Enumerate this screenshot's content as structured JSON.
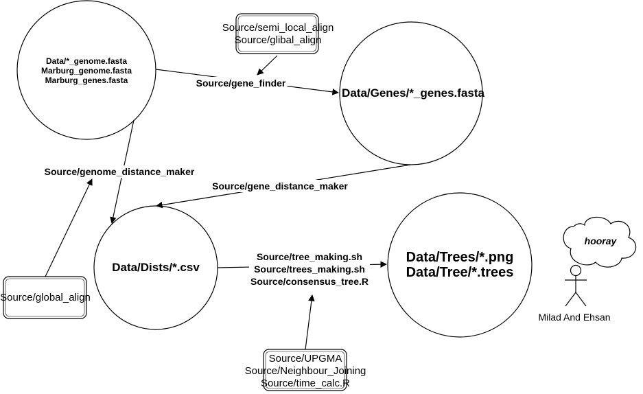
{
  "nodes": {
    "genome_circle": {
      "lines": [
        "Data/*_genome.fasta",
        "Marburg_genome.fasta",
        "Marburg_genes.fasta"
      ]
    },
    "genes_circle": {
      "text": "Data/Genes/*_genes.fasta"
    },
    "dists_circle": {
      "text": "Data/Dists/*.csv"
    },
    "trees_circle": {
      "lines": [
        "Data/Trees/*.png",
        "Data/Tree/*.trees"
      ]
    },
    "align_box_top": {
      "lines": [
        "Source/semi_local_align",
        "Source/glibal_align"
      ]
    },
    "align_box_left": {
      "text": "Source/global_align"
    },
    "upgma_box": {
      "lines": [
        "Source/UPGMA",
        "Source/Neighbour_Joining",
        "Source/time_calc.R"
      ]
    }
  },
  "edges": {
    "gene_finder": "Source/gene_finder",
    "genome_distance_maker": "Source/genome_distance_maker",
    "gene_distance_maker": "Source/gene_distance_maker",
    "tree_making": [
      "Source/tree_making.sh",
      "Source/trees_making.sh",
      "Source/consensus_tree.R"
    ]
  },
  "actor": {
    "cloud_text": "hooray",
    "name": "Milad And Ehsan"
  }
}
